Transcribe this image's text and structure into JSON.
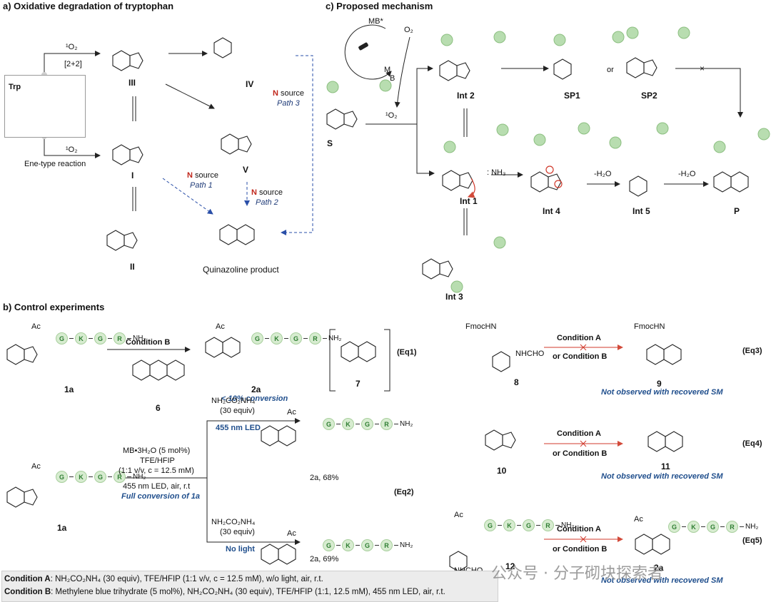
{
  "sections": {
    "a": "a) Oxidative degradation of tryptophan",
    "b": "b) Control experiments",
    "c": "c) Proposed mechanism"
  },
  "panel_a": {
    "trp": "Trp",
    "o2_top": "¹O₂",
    "cyc": "[2+2]",
    "o2_bottom": "¹O₂",
    "ene": "Ene-type reaction",
    "III": "III",
    "IV": "IV",
    "I": "I",
    "V": "V",
    "II": "II",
    "n_source": "N",
    "source": "source",
    "path1": "Path 1",
    "path2": "Path 2",
    "path3": "Path 3",
    "product": "Quinazoline product"
  },
  "panel_c": {
    "mb": "MB*",
    "o2": "O₂",
    "m": "M",
    "b": "B",
    "singlet": "¹O₂",
    "S": "S",
    "int1": "Int 1",
    "int2": "Int 2",
    "int3": "Int 3",
    "int4": "Int 4",
    "int5": "Int 5",
    "sp1": "SP1",
    "sp2": "SP2",
    "or": "or",
    "P": "P",
    "nh3": ": NH₃",
    "water1": "-H₂O",
    "water2": "-H₂O"
  },
  "panel_b": {
    "eq1_cond": "Condition B",
    "eq1_conv": "< 10% conversion",
    "c1a": "1a",
    "c2a": "2a",
    "c6": "6",
    "c7": "7",
    "eq1": "(Eq1)",
    "eq2": "(Eq2)",
    "eq3": "(Eq3)",
    "eq4": "(Eq4)",
    "eq5": "(Eq5)",
    "mb_cat": "MB•3H₂O (5 mol%)",
    "solv": "TFE/HFIP",
    "ratio": "(1:1 v/v, c = 12.5 mM)",
    "led": "455 nm LED, air, r.t",
    "full": "Full conversion of 1a",
    "nh4_top": "NH₂CO₂NH₄",
    "equiv_top": "(30 equiv)",
    "led_top": "455 nm LED",
    "nh4_bot": "NH₂CO₂NH₄",
    "equiv_bot": "(30 equiv)",
    "nolight": "No light",
    "yield_top": "2a, 68%",
    "yield_bot": "2a, 69%",
    "cA": "Condition A",
    "cB": "or Condition B",
    "c8": "8",
    "c9": "9",
    "c10": "10",
    "c11": "11",
    "c12": "12",
    "notobs": "Not observed with recovered SM",
    "fmoc": "FmocHN",
    "nhcho": "NHCHO",
    "ac": "Ac",
    "nh2": "NH₂"
  },
  "conditions": {
    "a_label": "Condition A",
    "a_text": ": NH₂CO₂NH₄ (30 equiv), TFE/HFIP (1:1 v/v, c = 12.5 mM), w/o light, air, r.t.",
    "b_label": "Condition B",
    "b_text": ": Methylene blue trihydrate (5 mol%), NH₂CO₂NH₄ (30 equiv), TFE/HFIP (1:1, 12.5 mM), 455 nm LED, air, r.t."
  },
  "peptide": [
    "G",
    "K",
    "G",
    "R"
  ],
  "watermark": "公众号 · 分子砌块探索者"
}
